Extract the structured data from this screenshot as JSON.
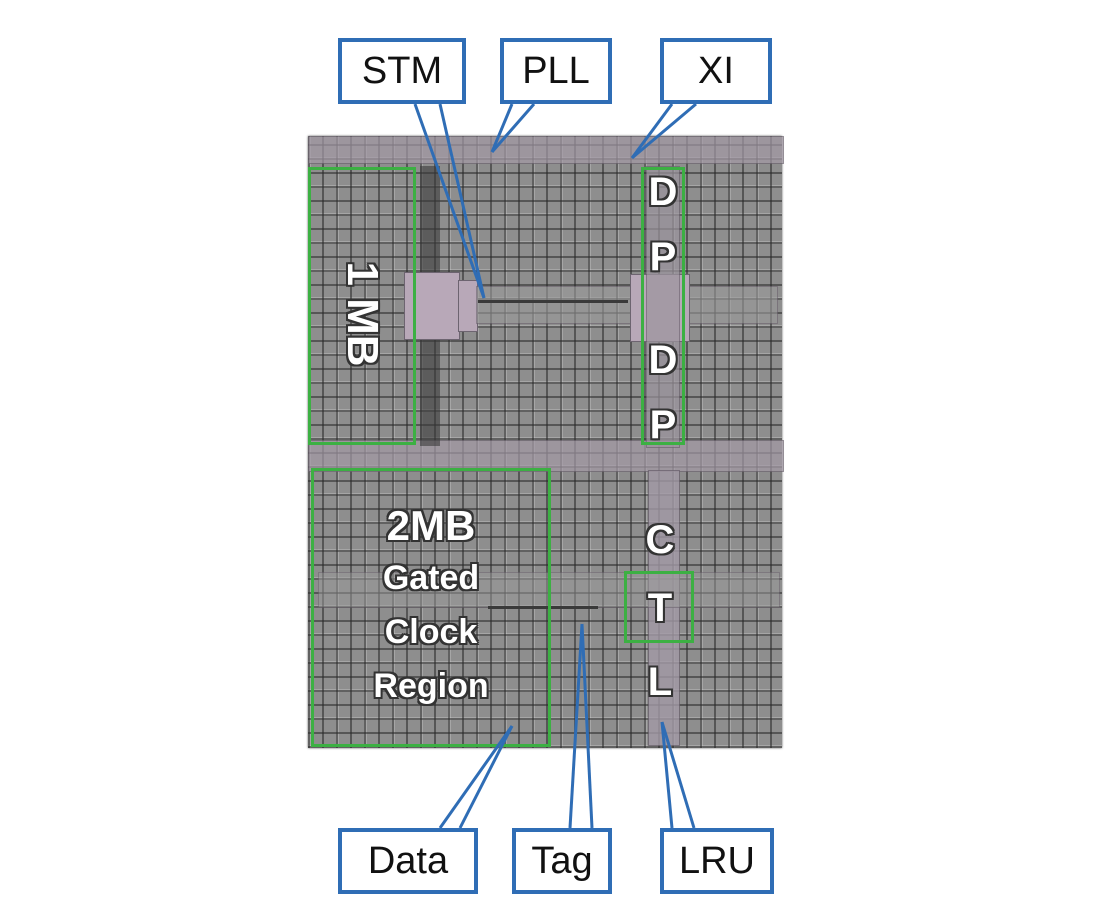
{
  "callouts": {
    "stm": "STM",
    "pll": "PLL",
    "xi": "XI",
    "data": "Data",
    "tag": "Tag",
    "lru": "LRU"
  },
  "regions": {
    "one_mb": "1 MB",
    "two_mb_lines": [
      "2MB",
      "Gated",
      "Clock",
      "Region"
    ],
    "dp_letters": [
      "D",
      "P",
      "D",
      "P"
    ],
    "ctl_letters": [
      "C",
      "T",
      "L"
    ]
  },
  "colors": {
    "callout_border": "#2f6db5",
    "region_border": "#3cb043"
  }
}
